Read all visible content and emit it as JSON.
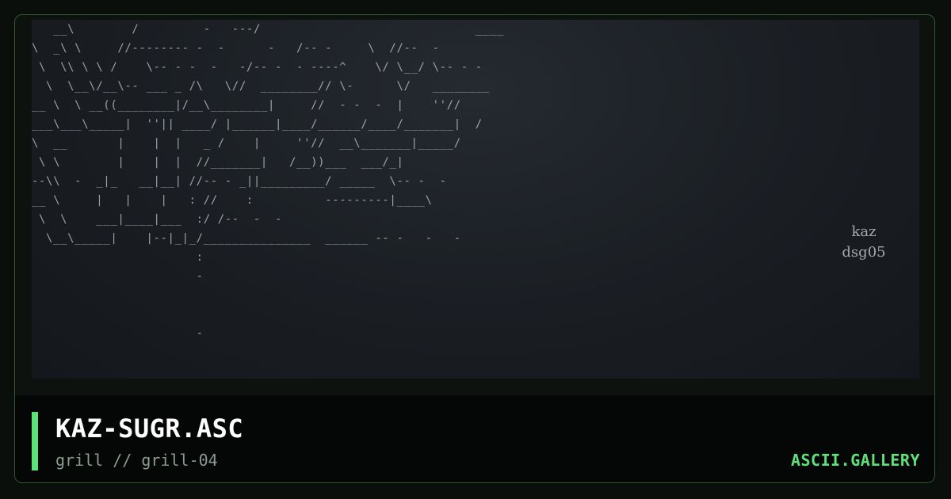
{
  "card": {
    "title": "KAZ-SUGR.ASC",
    "subtitle": "grill // grill-04",
    "brand": "ASCII.GALLERY"
  },
  "artwork": {
    "signature_line1": "kaz",
    "signature_line2": "dsg05",
    "ascii": "   __\\        /         -   ---/                              ____\n\\  _\\ \\     //-------- -  -      -   /-- -     \\  //--  -\n \\  \\\\ \\ \\ /    \\-- - -  -   -/-- -  - ----^    \\/ \\__/ \\-- - -\n  \\  \\__\\/__\\-- ___ _ /\\   \\//  ________// \\-      \\/   ________\n__ \\  \\ __((________|/__\\________|     //  - -  -  |    ''//\n___\\___\\_____|  ''|| ____/ |______|____/______/____/_______|  /\n\\  __       |    |  |   _ /    |     ''//  __\\_______|_____/\n \\ \\        |    |  |  //_______|   /__))___  ___/_|\n--\\\\  -  _|_   __|__| //-- - _||_________/ _____  \\-- -  -\n__ \\     |   |    |   : //    :          ---------|____\\\n \\  \\    ___|____|___  :/ /--  -  -\n  \\__\\_____|    |--|_|_/_______________  ______ -- -   -   -\n                       :\n                       -\n\n\n                       -"
  }
}
